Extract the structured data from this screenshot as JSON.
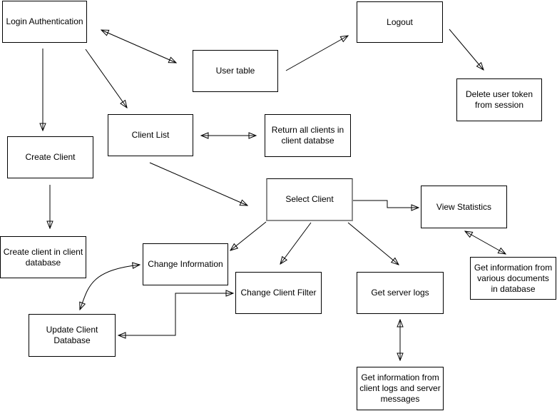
{
  "nodes": {
    "login_authentication": "Login Authentication",
    "user_table": "User table",
    "logout": "Logout",
    "delete_user_token": "Delete user token from session",
    "client_list": "Client List",
    "return_all_clients": "Return all clients in client databse",
    "create_client": "Create Client",
    "select_client": "Select Client",
    "view_statistics": "View Statistics",
    "create_client_in_db": "Create client in client database",
    "change_information": "Change Information",
    "get_info_documents": "Get information from various documents in database",
    "change_client_filter": "Change Client Filter",
    "get_server_logs": "Get server logs",
    "update_client_db": "Update Client Database",
    "get_info_client_logs": "Get information from client logs and server messages"
  },
  "edges": [
    {
      "from": "login_authentication",
      "to": "user_table",
      "arrows": "both",
      "shape": "straight"
    },
    {
      "from": "user_table",
      "to": "logout",
      "arrows": "end",
      "shape": "straight"
    },
    {
      "from": "logout",
      "to": "delete_user_token",
      "arrows": "end",
      "shape": "straight"
    },
    {
      "from": "login_authentication",
      "to": "create_client",
      "arrows": "end",
      "shape": "straight"
    },
    {
      "from": "login_authentication",
      "to": "client_list",
      "arrows": "end",
      "shape": "straight"
    },
    {
      "from": "client_list",
      "to": "return_all_clients",
      "arrows": "both",
      "shape": "straight"
    },
    {
      "from": "create_client",
      "to": "create_client_in_db",
      "arrows": "end",
      "shape": "straight"
    },
    {
      "from": "client_list",
      "to": "select_client",
      "arrows": "end",
      "shape": "straight"
    },
    {
      "from": "select_client",
      "to": "view_statistics",
      "arrows": "end",
      "shape": "elbow"
    },
    {
      "from": "select_client",
      "to": "change_information",
      "arrows": "end",
      "shape": "straight"
    },
    {
      "from": "select_client",
      "to": "change_client_filter",
      "arrows": "end",
      "shape": "straight"
    },
    {
      "from": "select_client",
      "to": "get_server_logs",
      "arrows": "end",
      "shape": "straight"
    },
    {
      "from": "view_statistics",
      "to": "get_info_documents",
      "arrows": "both",
      "shape": "straight"
    },
    {
      "from": "get_server_logs",
      "to": "get_info_client_logs",
      "arrows": "both",
      "shape": "straight"
    },
    {
      "from": "update_client_db",
      "to": "change_information",
      "arrows": "both",
      "shape": "curve"
    },
    {
      "from": "update_client_db",
      "to": "change_client_filter",
      "arrows": "both",
      "shape": "elbow"
    }
  ],
  "colors": {
    "background": "#ffffff",
    "node_fill": "#ffffff",
    "node_border": "#000000",
    "selected_node_border": "#8c8c8c",
    "connector": "#000000"
  }
}
